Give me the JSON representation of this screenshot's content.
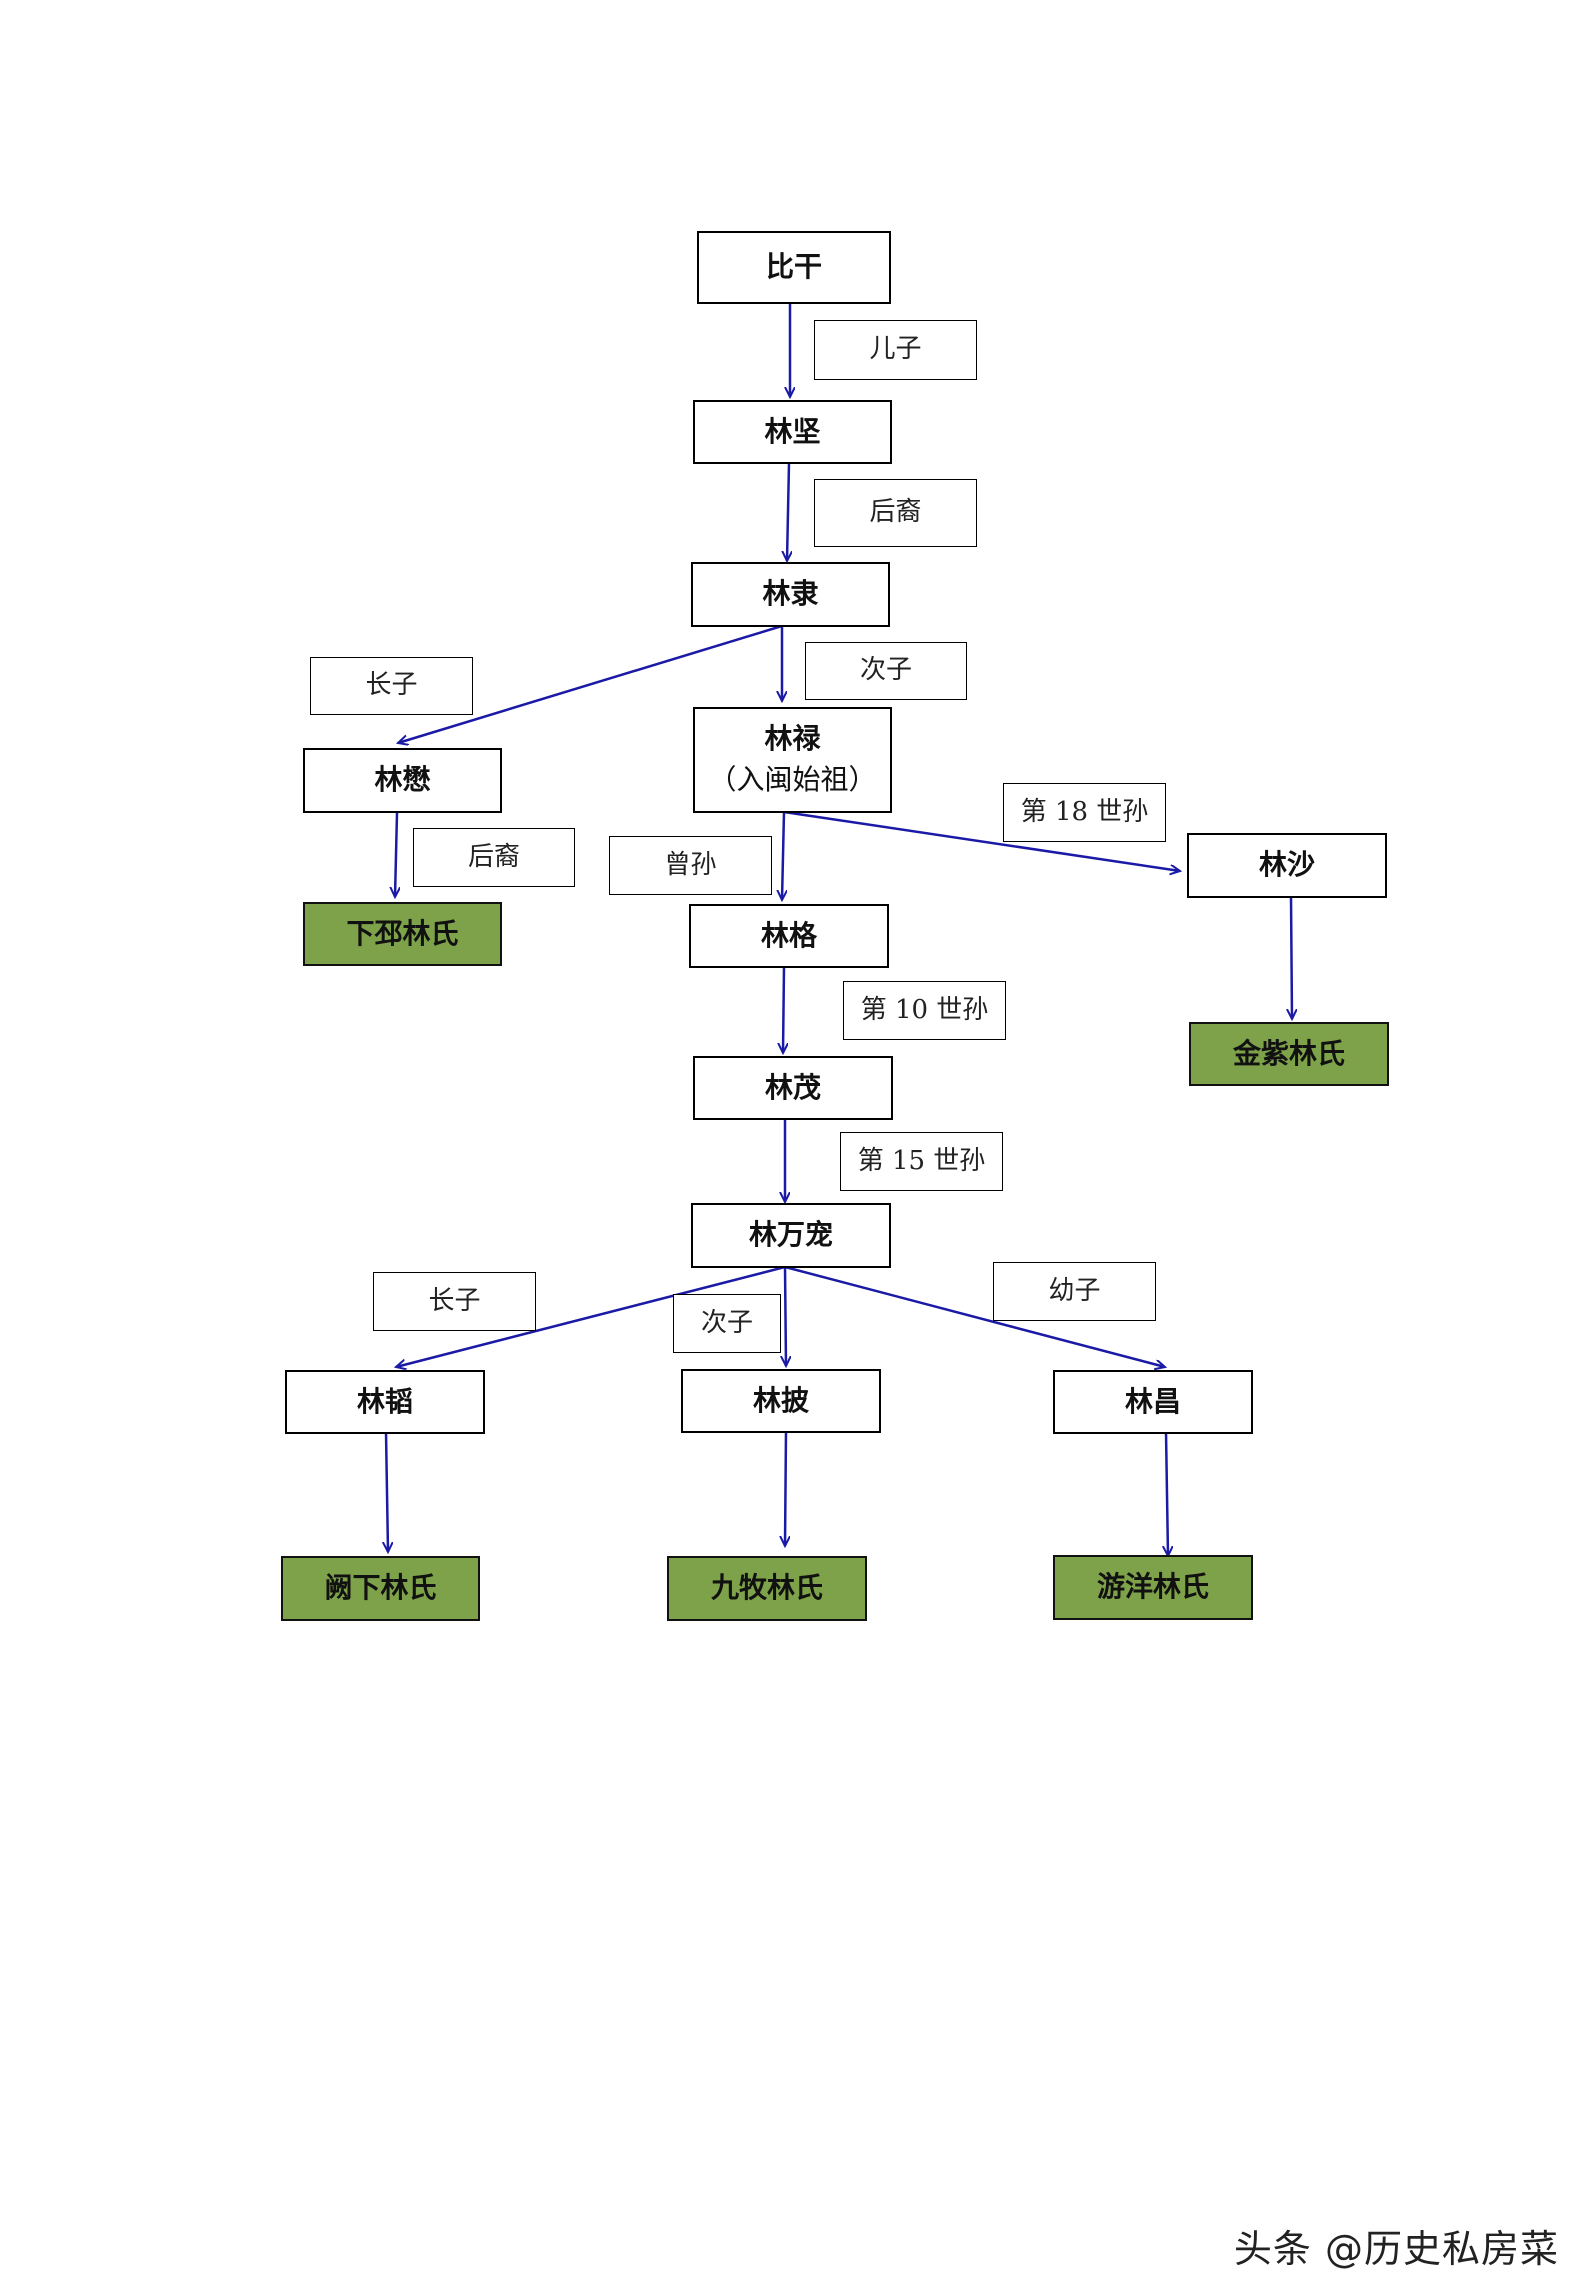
{
  "nodes": {
    "bigan": "比干",
    "linjian": "林坚",
    "linli": "林隶",
    "linmao_eldest": "林懋",
    "linlu_name": "林禄",
    "linlu_note": "（入闽始祖）",
    "linsha": "林沙",
    "linge": "林格",
    "linmao_10": "林茂",
    "linwanchong": "林万宠",
    "lintao": "林韬",
    "linpi": "林披",
    "linchang": "林昌"
  },
  "clans": {
    "xiapi": "下邳林氏",
    "jinzi": "金紫林氏",
    "quexia": "阙下林氏",
    "jiumu": "九牧林氏",
    "youyang": "游洋林氏"
  },
  "relations": {
    "son": "儿子",
    "descendant1": "后裔",
    "eldest1": "长子",
    "second1": "次子",
    "descendant2": "后裔",
    "great_grandson": "曾孙",
    "gen18": "第 18 世孙",
    "gen10": "第 10 世孙",
    "gen15": "第 15 世孙",
    "eldest2": "长子",
    "second2": "次子",
    "youngest": "幼子"
  },
  "colors": {
    "arrow": "#1a1aa6",
    "clan_fill": "#7ea24a",
    "border": "#000000"
  },
  "watermark": "头条 @历史私房菜"
}
